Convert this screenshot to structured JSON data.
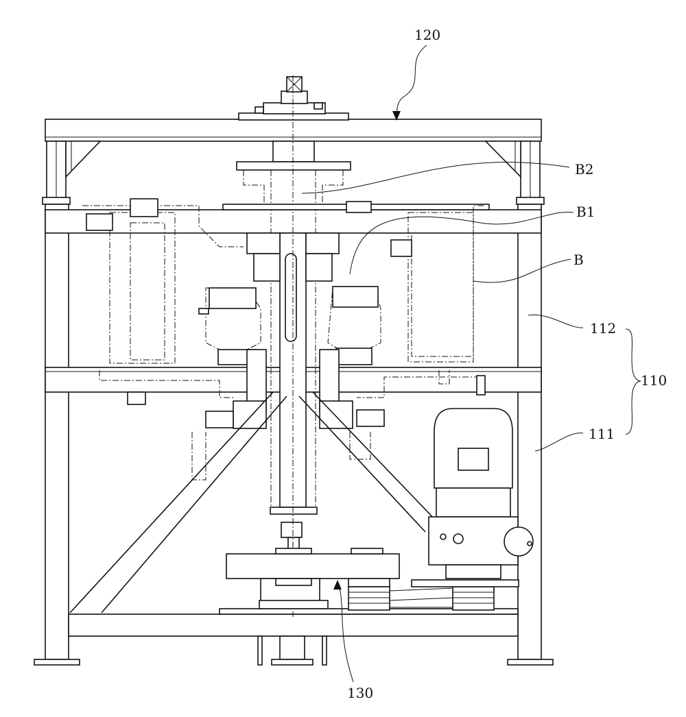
{
  "labels": {
    "top_frame": "120",
    "part_b2": "B2",
    "part_b1": "B1",
    "part_b": "B",
    "upper_frame": "112",
    "frame_assembly": "110",
    "lower_frame": "111",
    "drive_unit": "130"
  }
}
